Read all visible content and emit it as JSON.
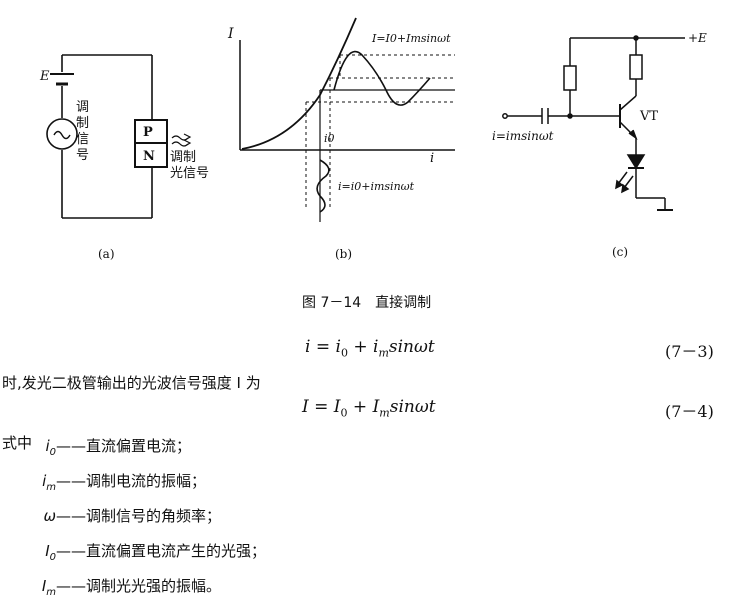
{
  "figure": {
    "a": {
      "label": "(a)",
      "battery_label": "E",
      "signal_label": "调\n制\n信\n号",
      "p_label": "P",
      "n_label": "N",
      "light_label": "调制\n光信号"
    },
    "b": {
      "label": "(b)",
      "y_axis": "I",
      "x_axis": "i",
      "i0_label": "i0",
      "light_eq": "I=I0+Imsinωt",
      "current_eq": "i=i0+imsinωt"
    },
    "c": {
      "label": "(c)",
      "supply_label": "+E",
      "input_eq": "i=imsinωt",
      "transistor_label": "VT"
    },
    "caption": "图 7－14　直接调制"
  },
  "equations": [
    {
      "lhs": "i",
      "rhs_main": "i",
      "rhs_sub": "0",
      "plus": "+",
      "amp": "i",
      "amp_sub": "m",
      "func": "sinωt",
      "number": "(7－3)"
    },
    {
      "lhs": "I",
      "rhs_main": "I",
      "rhs_sub": "0",
      "plus": "+",
      "amp": "I",
      "amp_sub": "m",
      "func": "sinωt",
      "number": "(7－4)"
    }
  ],
  "text_line": "时,发光二极管输出的光波信号强度 I 为",
  "definitions_intro": "式中",
  "definitions": [
    {
      "sym": "i",
      "sub": "0",
      "text": "——直流偏置电流；"
    },
    {
      "sym": "i",
      "sub": "m",
      "text": "——调制电流的振幅；"
    },
    {
      "sym": "ω",
      "sub": "",
      "text": "——调制信号的角频率；"
    },
    {
      "sym": "I",
      "sub": "0",
      "text": "——直流偏置电流产生的光强；"
    },
    {
      "sym": "I",
      "sub": "m",
      "text": "——调制光光强的振幅。"
    }
  ]
}
